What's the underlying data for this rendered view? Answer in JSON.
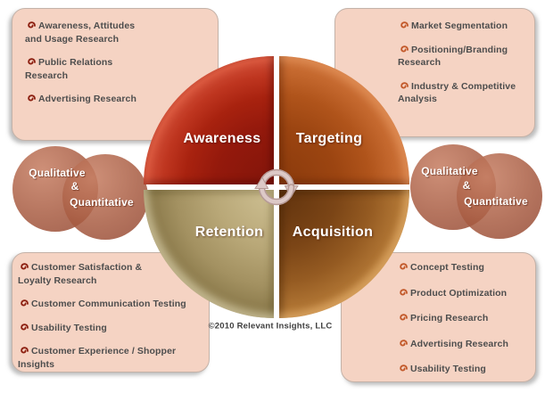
{
  "wheel": {
    "quadrants": [
      {
        "id": "awareness",
        "label": "Awareness",
        "color": "#9a1c0e"
      },
      {
        "id": "targeting",
        "label": "Targeting",
        "color": "#b5551d"
      },
      {
        "id": "retention",
        "label": "Retention",
        "color": "#ab9966"
      },
      {
        "id": "acquisition",
        "label": "Acquisition",
        "color": "#8a5220"
      }
    ],
    "center_icon": "cycle-arrows",
    "copyright": "©2010 Relevant Insights, LLC"
  },
  "venn_left": {
    "lines": [
      "Qualitative",
      "&",
      "Quantitative"
    ]
  },
  "venn_right": {
    "lines": [
      "Qualitative",
      "&",
      "Quantitative"
    ]
  },
  "panels": {
    "awareness": {
      "position": "top-left",
      "bullet_color": "#8c1f10",
      "items": [
        "Awareness, Attitudes\nand Usage Research",
        "Public Relations\nResearch",
        "Advertising Research"
      ]
    },
    "targeting": {
      "position": "top-right",
      "bullet_color": "#c2592a",
      "items": [
        "Market Segmentation",
        "Positioning/Branding\nResearch",
        "Industry & Competitive\nAnalysis"
      ]
    },
    "retention": {
      "position": "bottom-left",
      "bullet_color": "#8c1f10",
      "items": [
        "Customer Satisfaction &\nLoyalty Research",
        "Customer Communication Testing",
        "Usability Testing",
        "Customer Experience / Shopper\nInsights"
      ]
    },
    "acquisition": {
      "position": "bottom-right",
      "bullet_color": "#c2592a",
      "items": [
        "Concept Testing",
        "Product Optimization",
        "Pricing Research",
        "Advertising Research",
        "Usability Testing"
      ]
    }
  },
  "colors": {
    "panel_background": "#f5d3c3",
    "panel_text": "#4d4d4d",
    "venn_fill": "#a85c42",
    "arrow_icon": "#ddc9c7",
    "background": "#ffffff"
  }
}
